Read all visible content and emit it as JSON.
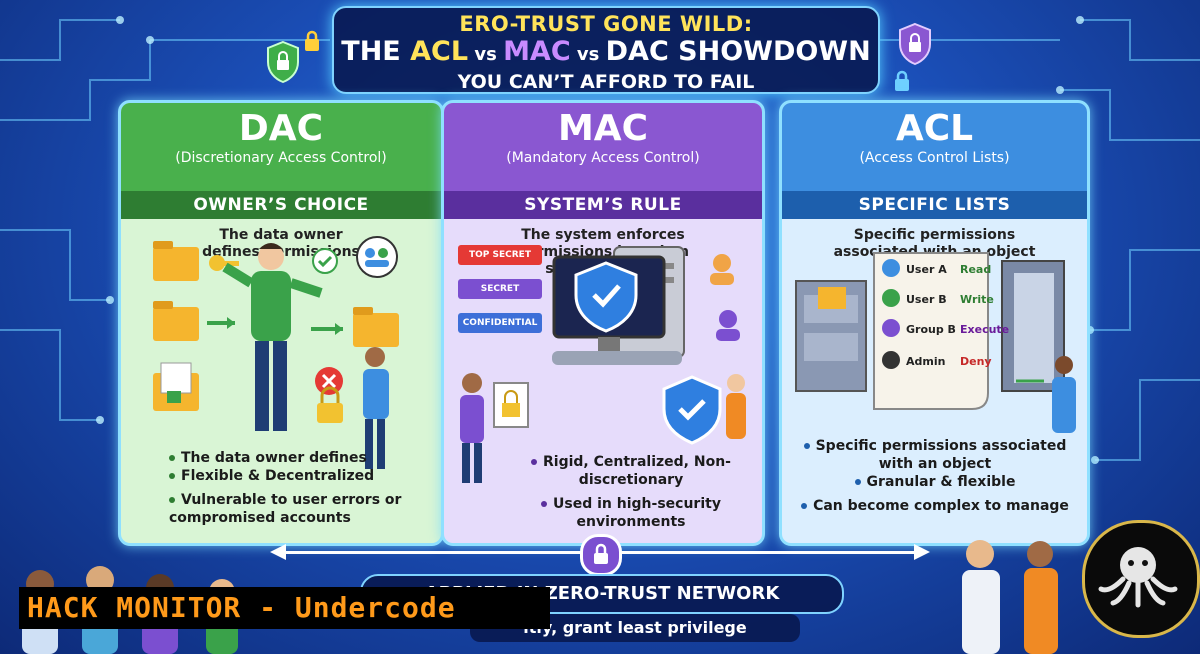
{
  "header": {
    "line1": "ERO-TRUST GONE WILD:",
    "line2_prefix": "THE ",
    "acl": "ACL",
    "vs1": " vs ",
    "mac": "MAC",
    "vs2": " vs ",
    "dac": "DAC",
    "line2_suffix": " SHOWDOWN",
    "line3": "YOU CAN’T AFFORD TO FAIL"
  },
  "panels": {
    "dac": {
      "title": "DAC",
      "subtitle": "(Discretionary Access Control)",
      "band": "OWNER’S CHOICE",
      "desc": "The data owner defines permissions",
      "bullets": [
        "The data owner defines",
        "Flexible & Decentralized",
        "Vulnerable to user errors or compromised accounts"
      ],
      "color": "#49b04c"
    },
    "mac": {
      "title": "MAC",
      "subtitle": "(Mandatory Access Control)",
      "band": "SYSTEM’S RULE",
      "desc": "The system enforces permissions based on security labels",
      "labels": [
        "TOP SECRET",
        "SECRET",
        "CONFIDENTIAL"
      ],
      "bullets": [
        "Rigid, Centralized, Non-discretionary",
        "Used in high-security environments"
      ],
      "color": "#8a57d1"
    },
    "acl": {
      "title": "ACL",
      "subtitle": "(Access Control Lists)",
      "band": "SPECIFIC LISTS",
      "desc": "Specific permissions associated with an object",
      "entries": [
        {
          "user": "User A",
          "perm": "Read",
          "perm_color": "#2e7d32"
        },
        {
          "user": "User B",
          "perm": "Write",
          "perm_color": "#2e7d32"
        },
        {
          "user": "Group B",
          "perm": "Execute",
          "perm_color": "#6a1b9a"
        },
        {
          "user": "Admin",
          "perm": "Deny",
          "perm_color": "#c62828"
        }
      ],
      "bullets": [
        "Specific permissions associated with an object",
        "Granular & flexible",
        "Can become complex to manage"
      ],
      "color": "#3d8ee0"
    }
  },
  "bottom": {
    "zero_trust": "APPLIED IN ZERO-TRUST NETWORK",
    "sub": "itly, grant least privilege"
  },
  "watermark": "HACK MONITOR - Undercode",
  "icons": [
    "shield-lock-icon",
    "padlock-icon",
    "folder-icon",
    "key-icon",
    "check-icon",
    "deny-icon",
    "server-icon",
    "monitor-icon",
    "user-icon",
    "cabinet-icon",
    "door-icon",
    "octopus-logo"
  ]
}
